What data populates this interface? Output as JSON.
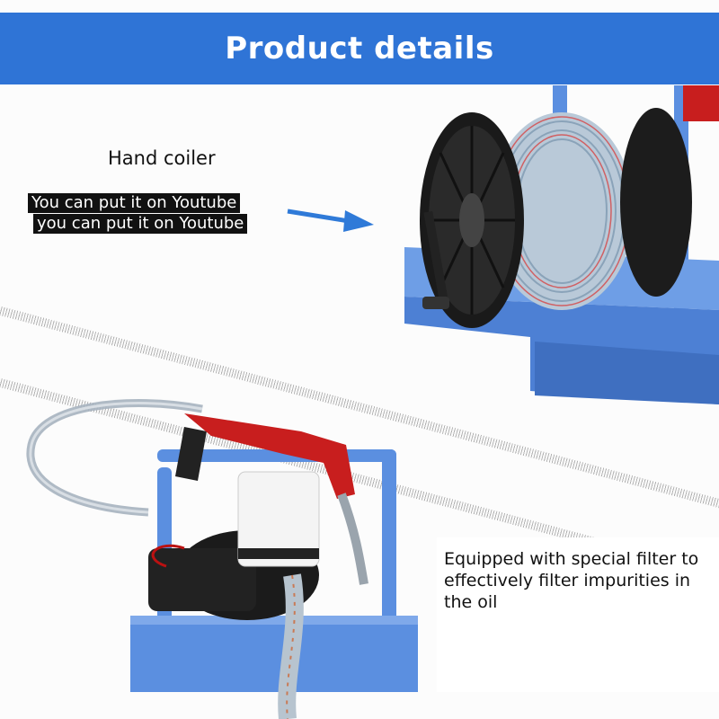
{
  "banner": {
    "title": "Product details",
    "color": "#2f74d6"
  },
  "reel_section": {
    "heading": "Hand coiler",
    "label_lines": [
      "You can put it on Youtube",
      "you can put it on Youtube"
    ]
  },
  "pump_section": {
    "description": "Equipped with special filter to effectively filter impurities in the oil"
  },
  "colors": {
    "frame_blue": "#5b8fe0",
    "nozzle_red": "#c81e1e",
    "arrow_blue": "#2f7ad8"
  }
}
